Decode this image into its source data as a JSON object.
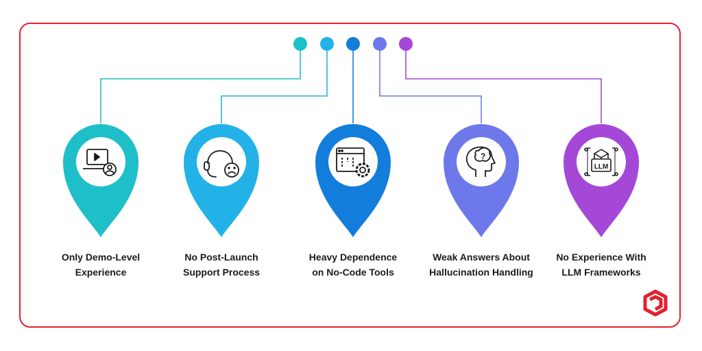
{
  "nodes": [
    {
      "id": "demo",
      "icon": "laptop-video-user-icon",
      "color": "#1fbfc9",
      "lines": [
        "Only Demo-Level",
        "Experience"
      ]
    },
    {
      "id": "support",
      "icon": "headset-sad-face-icon",
      "color": "#22b2e8",
      "lines": [
        "No Post-Launch",
        "Support Process"
      ]
    },
    {
      "id": "nocode",
      "icon": "browser-code-gear-icon",
      "color": "#137ddc",
      "lines": [
        "Heavy Dependence",
        "on No-Code Tools"
      ]
    },
    {
      "id": "hallucination",
      "icon": "head-question-icon",
      "color": "#6d79ea",
      "lines": [
        "Weak Answers About",
        "Hallucination Handling"
      ]
    },
    {
      "id": "llm",
      "icon": "llm-cube-icon",
      "color": "#a548d8",
      "lines": [
        "No Experience With",
        "LLM Frameworks"
      ]
    }
  ],
  "icon_text": {
    "llm": "LLM",
    "question": "?"
  },
  "colors": {
    "frame": "#e4202e",
    "label_text": "#1a1a1a",
    "brand": "#e4202e"
  }
}
